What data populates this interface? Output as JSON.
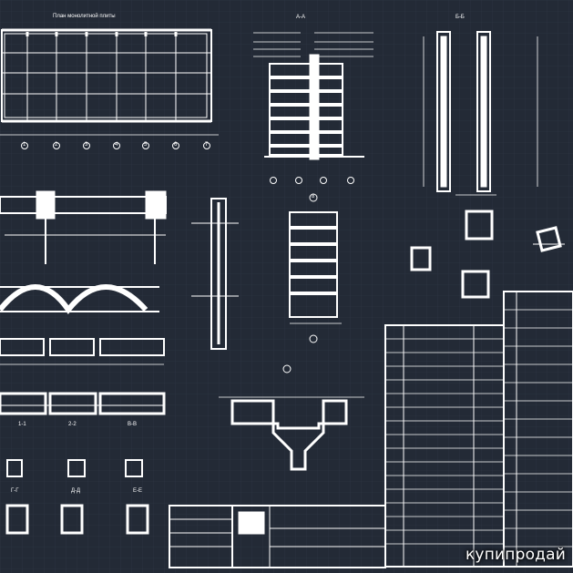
{
  "drawing": {
    "background": "#232a36",
    "line_color": "#ffffff",
    "grid_color": "#2f3746",
    "frame_title": "План монолитной плиты",
    "section_labels": [
      "А-А",
      "Б-Б",
      "1-1",
      "2-2",
      "В-В",
      "Г-Г",
      "Д-Д",
      "Е-Е"
    ],
    "bubble_marks": [
      "1",
      "2",
      "3",
      "4",
      "5",
      "6",
      "7",
      "8"
    ]
  },
  "watermark": {
    "text": "купипродай"
  }
}
